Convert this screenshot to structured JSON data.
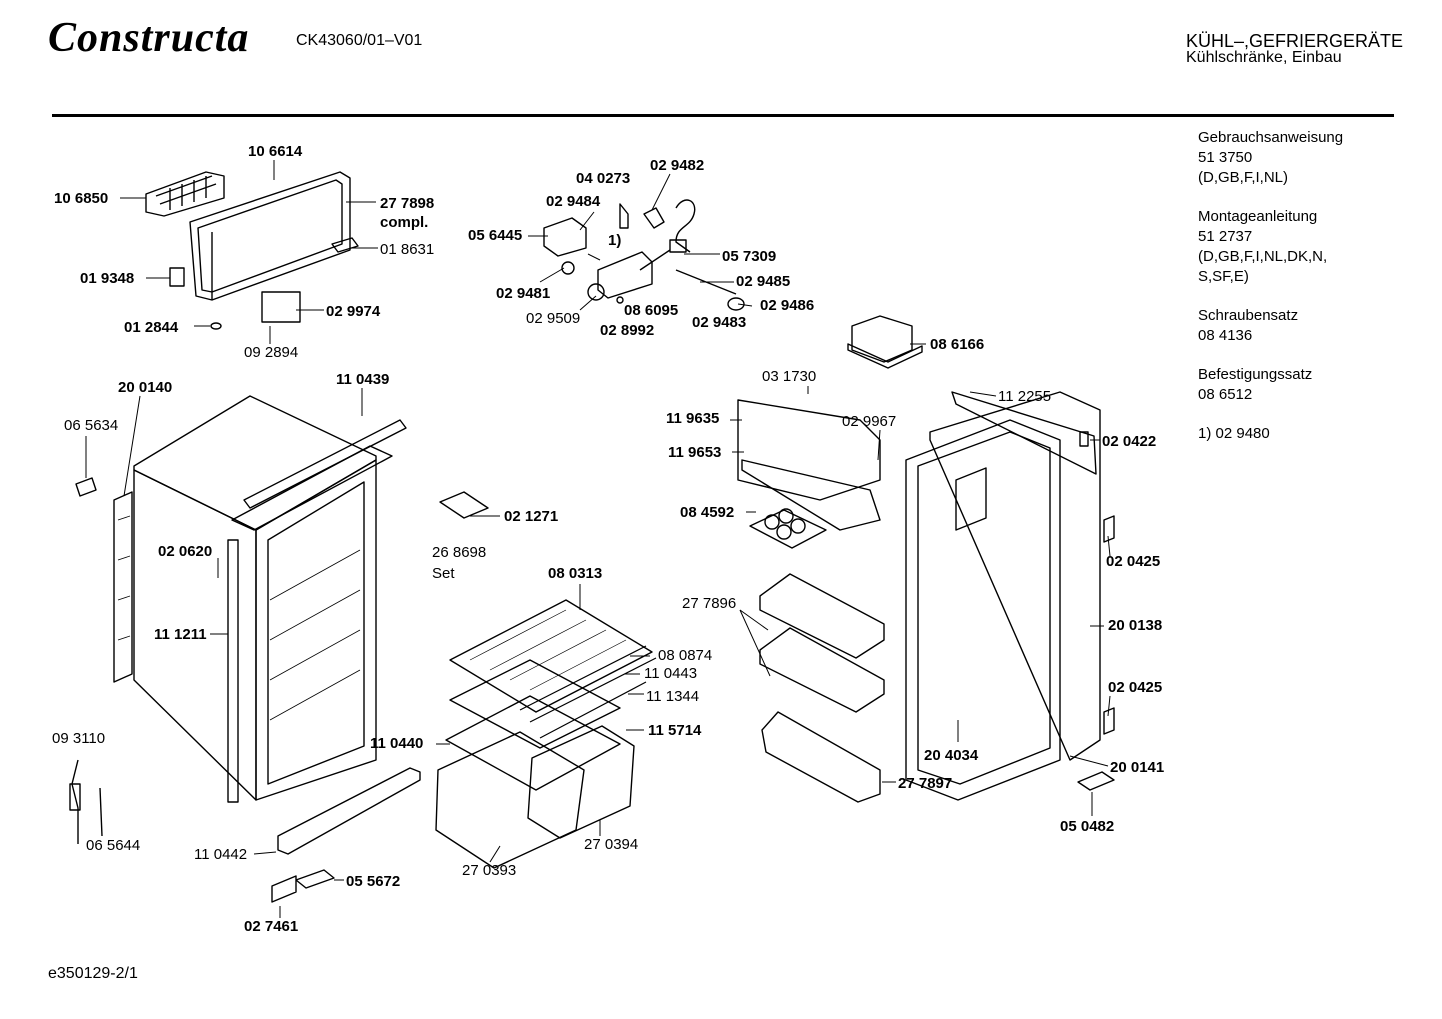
{
  "header": {
    "brand": "Constructa",
    "model": "CK43060/01–V01",
    "category_line1": "KÜHL–,GEFRIERGERÄTE",
    "category_line2": "Kühlschränke, Einbau"
  },
  "sidebar": {
    "blocks": [
      {
        "title": "Gebrauchsanweisung",
        "lines": [
          "51 3750",
          "(D,GB,F,I,NL)"
        ]
      },
      {
        "title": "Montageanleitung",
        "lines": [
          "51 2737",
          "(D,GB,F,I,NL,DK,N,",
          "S,SF,E)"
        ]
      },
      {
        "title": "Schraubensatz",
        "lines": [
          "08 4136"
        ]
      },
      {
        "title": "Befestigungssatz",
        "lines": [
          "08 6512"
        ]
      },
      {
        "title": "1)  02 9480",
        "lines": []
      }
    ]
  },
  "parts": {
    "p106614": "10 6614",
    "p106850": "10 6850",
    "p277898": "27 7898",
    "compl": "compl.",
    "p018631": "01 8631",
    "p019348": "01 9348",
    "p029974": "02 9974",
    "p012844": "01 2844",
    "p092894": "09 2894",
    "p029482": "02 9482",
    "p040273": "04 0273",
    "p029484": "02 9484",
    "p056445": "05 6445",
    "note1": "1)",
    "p057309": "05 7309",
    "p029485": "02 9485",
    "p029481": "02 9481",
    "p029486": "02 9486",
    "p029509": "02 9509",
    "p086095": "08 6095",
    "p029483": "02 9483",
    "p028992": "02 8992",
    "p086166": "08 6166",
    "p200140": "20 0140",
    "p110439": "11 0439",
    "p065634": "06 5634",
    "p031730": "03 1730",
    "p112255": "11 2255",
    "p119635": "11 9635",
    "p029967": "02 9967",
    "p020422": "02 0422",
    "p119653": "11 9653",
    "p021271": "02 1271",
    "p084592": "08 4592",
    "p020620": "02 0620",
    "p268698": "26 8698",
    "set": "Set",
    "p080313": "08 0313",
    "p020425a": "02 0425",
    "p277896": "27 7896",
    "p111211": "11 1211",
    "p200138": "20 0138",
    "p080874": "08 0874",
    "p110443": "11 0443",
    "p111344": "11 1344",
    "p020425b": "02 0425",
    "p093110": "09 3110",
    "p110440": "11 0440",
    "p115714": "11 5714",
    "p204034": "20 4034",
    "p200141": "20 0141",
    "p277897": "27 7897",
    "p050482": "05 0482",
    "p065644": "06 5644",
    "p110442": "11 0442",
    "p270394": "27 0394",
    "p270393": "27 0393",
    "p055672": "05 5672",
    "p027461": "02 7461"
  },
  "footer": {
    "code": "e350129-2/1"
  }
}
